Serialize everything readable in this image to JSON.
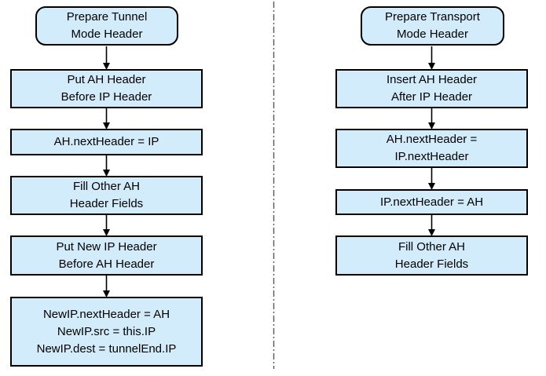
{
  "diagram": {
    "background_color": "#ffffff",
    "node_fill_color": "#d2ecfb",
    "node_border_color": "#000000",
    "arrow_color": "#000000",
    "divider_color": "#595959",
    "tunnel_flow": {
      "nodes": [
        {
          "shape": "rounded",
          "text": "Prepare Tunnel\nMode Header"
        },
        {
          "shape": "rect",
          "text": "Put AH Header\nBefore IP Header"
        },
        {
          "shape": "rect",
          "text": "AH.nextHeader = IP"
        },
        {
          "shape": "rect",
          "text": "Fill Other AH\nHeader Fields"
        },
        {
          "shape": "rect",
          "text": "Put New IP Header\nBefore AH Header"
        },
        {
          "shape": "rect",
          "text": "NewIP.nextHeader = AH\nNewIP.src = this.IP\nNewIP.dest = tunnelEnd.IP"
        }
      ]
    },
    "transport_flow": {
      "nodes": [
        {
          "shape": "rounded",
          "text": "Prepare Transport\nMode Header"
        },
        {
          "shape": "rect",
          "text": "Insert AH Header\nAfter IP Header"
        },
        {
          "shape": "rect",
          "text": "AH.nextHeader =\nIP.nextHeader"
        },
        {
          "shape": "rect",
          "text": "IP.nextHeader = AH"
        },
        {
          "shape": "rect",
          "text": "Fill Other AH\nHeader Fields"
        }
      ]
    }
  }
}
